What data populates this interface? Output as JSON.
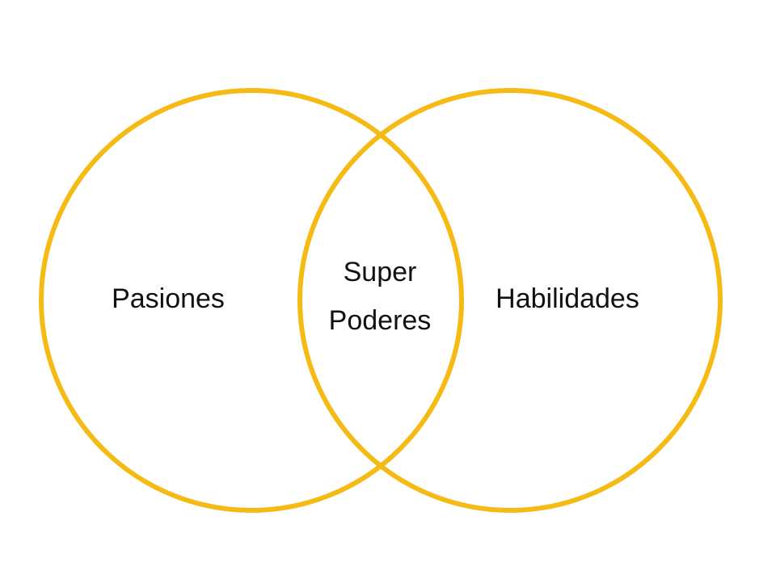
{
  "diagram": {
    "type": "venn",
    "stroke_color": "#F5BA14",
    "sets": {
      "left": {
        "label": "Pasiones"
      },
      "right": {
        "label": "Habilidades"
      },
      "intersection": {
        "line1": "Super",
        "line2": "Poderes"
      }
    }
  }
}
